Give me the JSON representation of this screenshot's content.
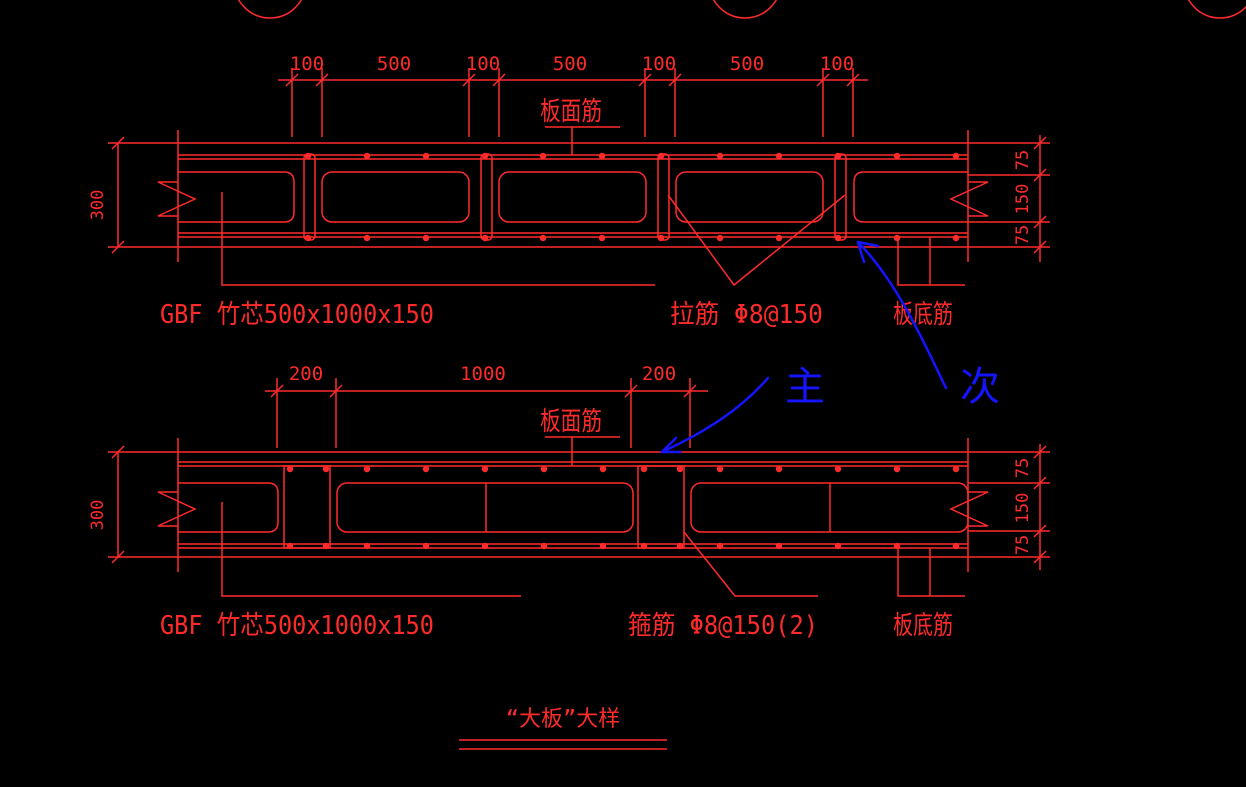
{
  "colors": {
    "background": "#000000",
    "drawing": "#ff2b2b",
    "annotation": "#1414ff"
  },
  "top_detail": {
    "dims_top": [
      "100",
      "500",
      "100",
      "500",
      "100",
      "500",
      "100"
    ],
    "dim_height": "300",
    "dims_right": [
      "75",
      "150",
      "75"
    ],
    "label_top_rebar": "板面筋",
    "label_core": "GBF 竹芯500x1000x150",
    "label_tie": "拉筋 Φ8@150",
    "label_bottom_rebar": "板底筋"
  },
  "bottom_detail": {
    "dims_top": [
      "200",
      "1000",
      "200"
    ],
    "dim_height": "300",
    "dims_right": [
      "75",
      "150",
      "75"
    ],
    "label_top_rebar": "板面筋",
    "label_core": "GBF 竹芯500x1000x150",
    "label_stirrup": "箍筋 Φ8@150(2)",
    "label_bottom_rebar": "板底筋"
  },
  "caption": "“大板”大样",
  "handwriting": {
    "main": "主",
    "secondary": "次"
  }
}
